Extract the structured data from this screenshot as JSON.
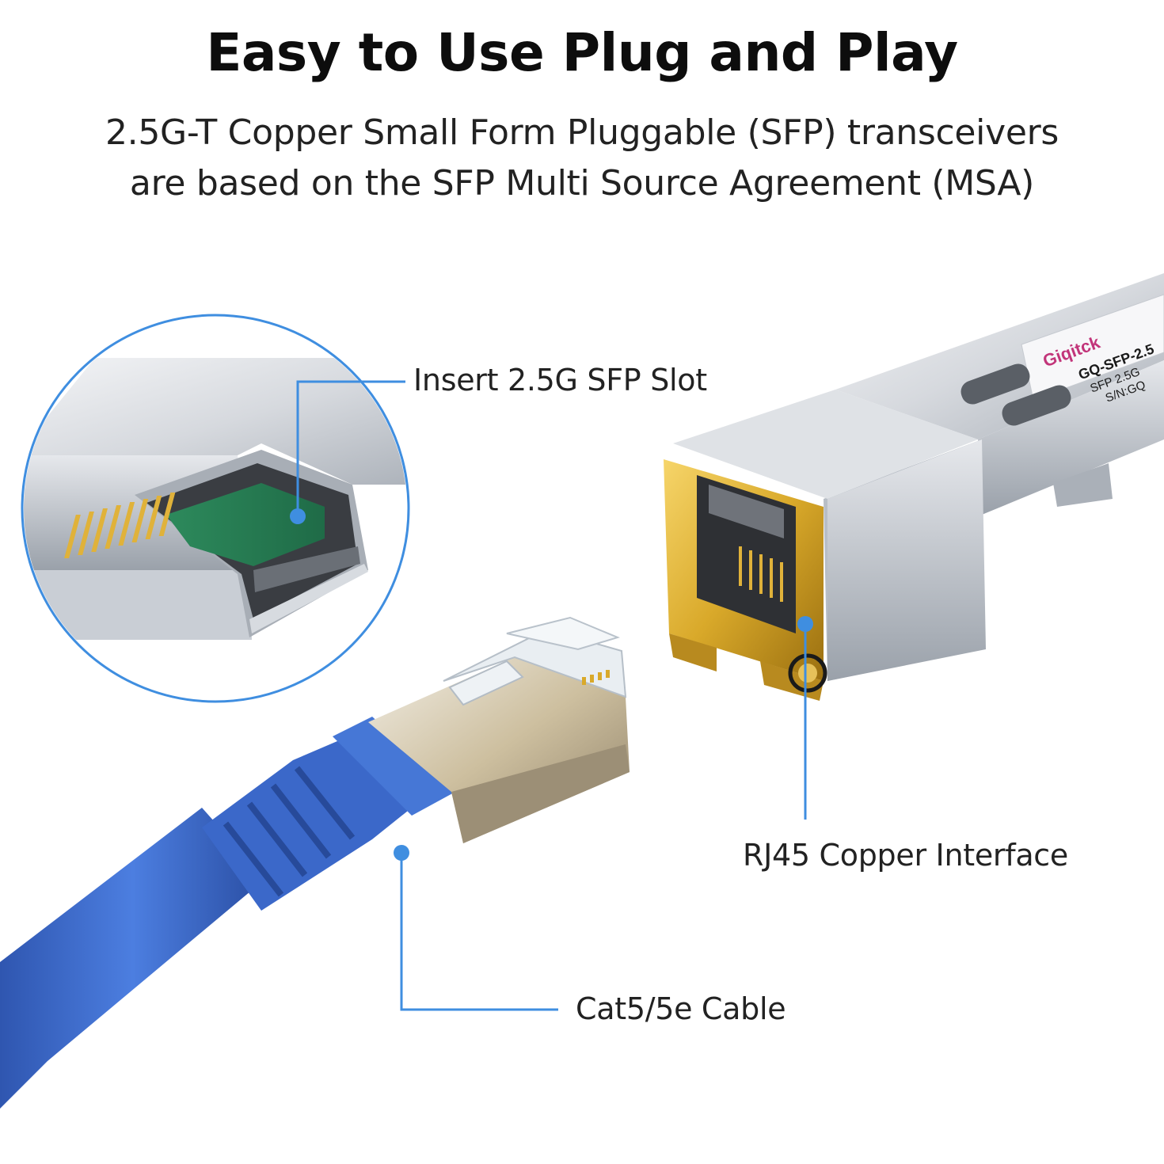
{
  "headline": "Easy to Use Plug and Play",
  "subheadline": {
    "line1": "2.5G-T Copper Small Form Pluggable (SFP) transceivers",
    "line2": "are based on the SFP Multi Source Agreement (MSA)"
  },
  "callouts": {
    "sfp_slot": "Insert 2.5G SFP Slot",
    "rj45_interface": "RJ45 Copper Interface",
    "cable": "Cat5/5e Cable"
  },
  "module_label": {
    "brand": "Giqitck",
    "line1": "GQ-SFP-2.5",
    "line2": "SFP 2.5G",
    "line3": "S/N:GQ"
  },
  "colors": {
    "accent_blue": "#3f8ee0",
    "cable_blue": "#3a64c4",
    "gold": "#d9a92a",
    "silver": "#c9cdd3"
  }
}
